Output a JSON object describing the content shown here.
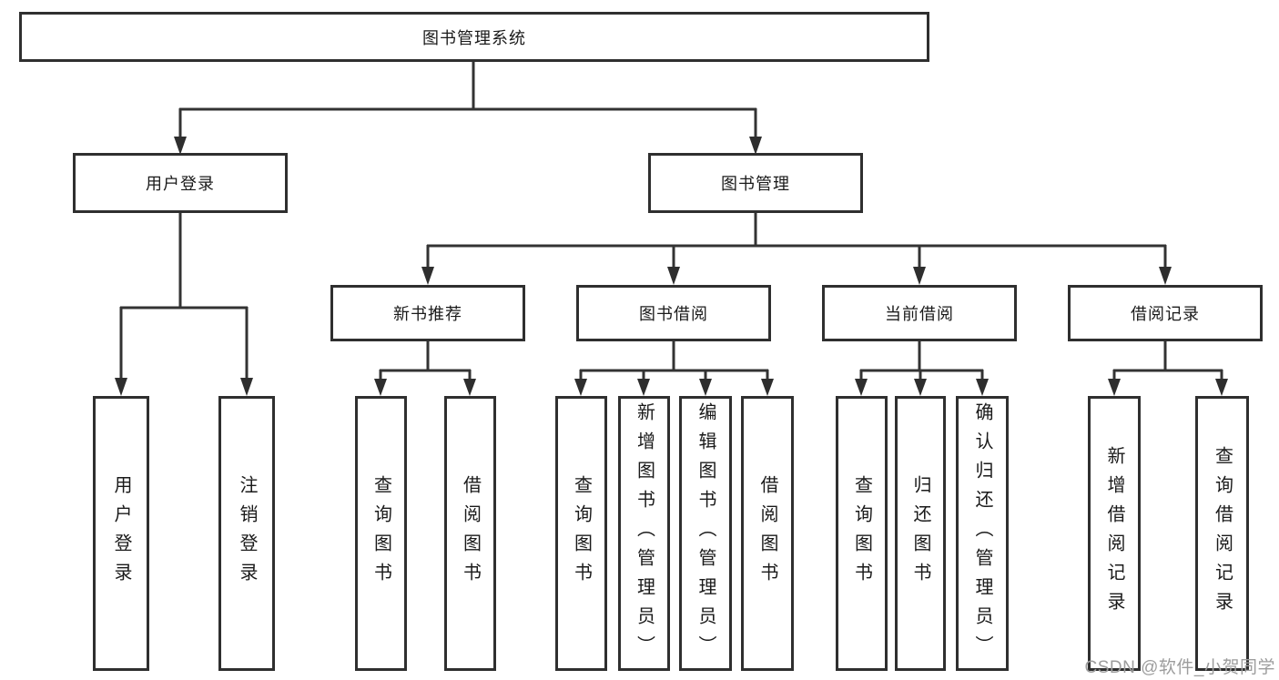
{
  "tree": {
    "root": "图书管理系统",
    "branches": [
      {
        "label": "用户登录",
        "children": [
          {
            "label": "用户登录"
          },
          {
            "label": "注销登录"
          }
        ]
      },
      {
        "label": "图书管理",
        "children": [
          {
            "label": "新书推荐",
            "children": [
              {
                "label": "查询图书"
              },
              {
                "label": "借阅图书"
              }
            ]
          },
          {
            "label": "图书借阅",
            "children": [
              {
                "label": "查询图书"
              },
              {
                "label": "新增图书（管理员）"
              },
              {
                "label": "编辑图书（管理员）"
              },
              {
                "label": "借阅图书"
              }
            ]
          },
          {
            "label": "当前借阅",
            "children": [
              {
                "label": "查询图书"
              },
              {
                "label": "归还图书"
              },
              {
                "label": "确认归还（管理员）"
              }
            ]
          },
          {
            "label": "借阅记录",
            "children": [
              {
                "label": "新增借阅记录"
              },
              {
                "label": "查询借阅记录"
              }
            ]
          }
        ]
      }
    ]
  },
  "watermark": "CSDN @软件_小贺同学",
  "colors": {
    "line": "#333333",
    "box_border": "#2f2f2f",
    "text": "#1a1a1a",
    "watermark": "#9d9d9d",
    "background": "#ffffff"
  }
}
